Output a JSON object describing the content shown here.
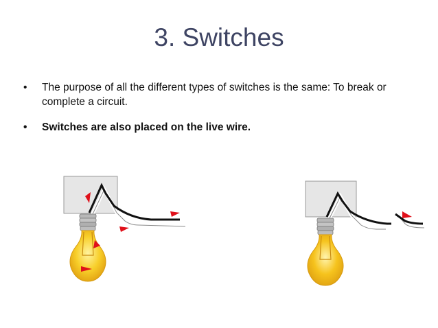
{
  "slide": {
    "title": "3.  Switches",
    "bullets": [
      {
        "mark": "•",
        "text": "The purpose of all the different types of switches is the same: To break or complete a circuit."
      },
      {
        "mark": "•",
        "text": "Switches are also placed on the live wire."
      }
    ]
  },
  "diagrams": {
    "left": {
      "state": "switch closed, lamp lit"
    },
    "right": {
      "state": "switch open"
    }
  },
  "colors": {
    "title": "#3e4463",
    "arrow": "#e0101a",
    "switch_box_fill": "#e6e6e6",
    "bulb_glass": "#f6c31d",
    "bulb_base": "#b8b8b8"
  }
}
